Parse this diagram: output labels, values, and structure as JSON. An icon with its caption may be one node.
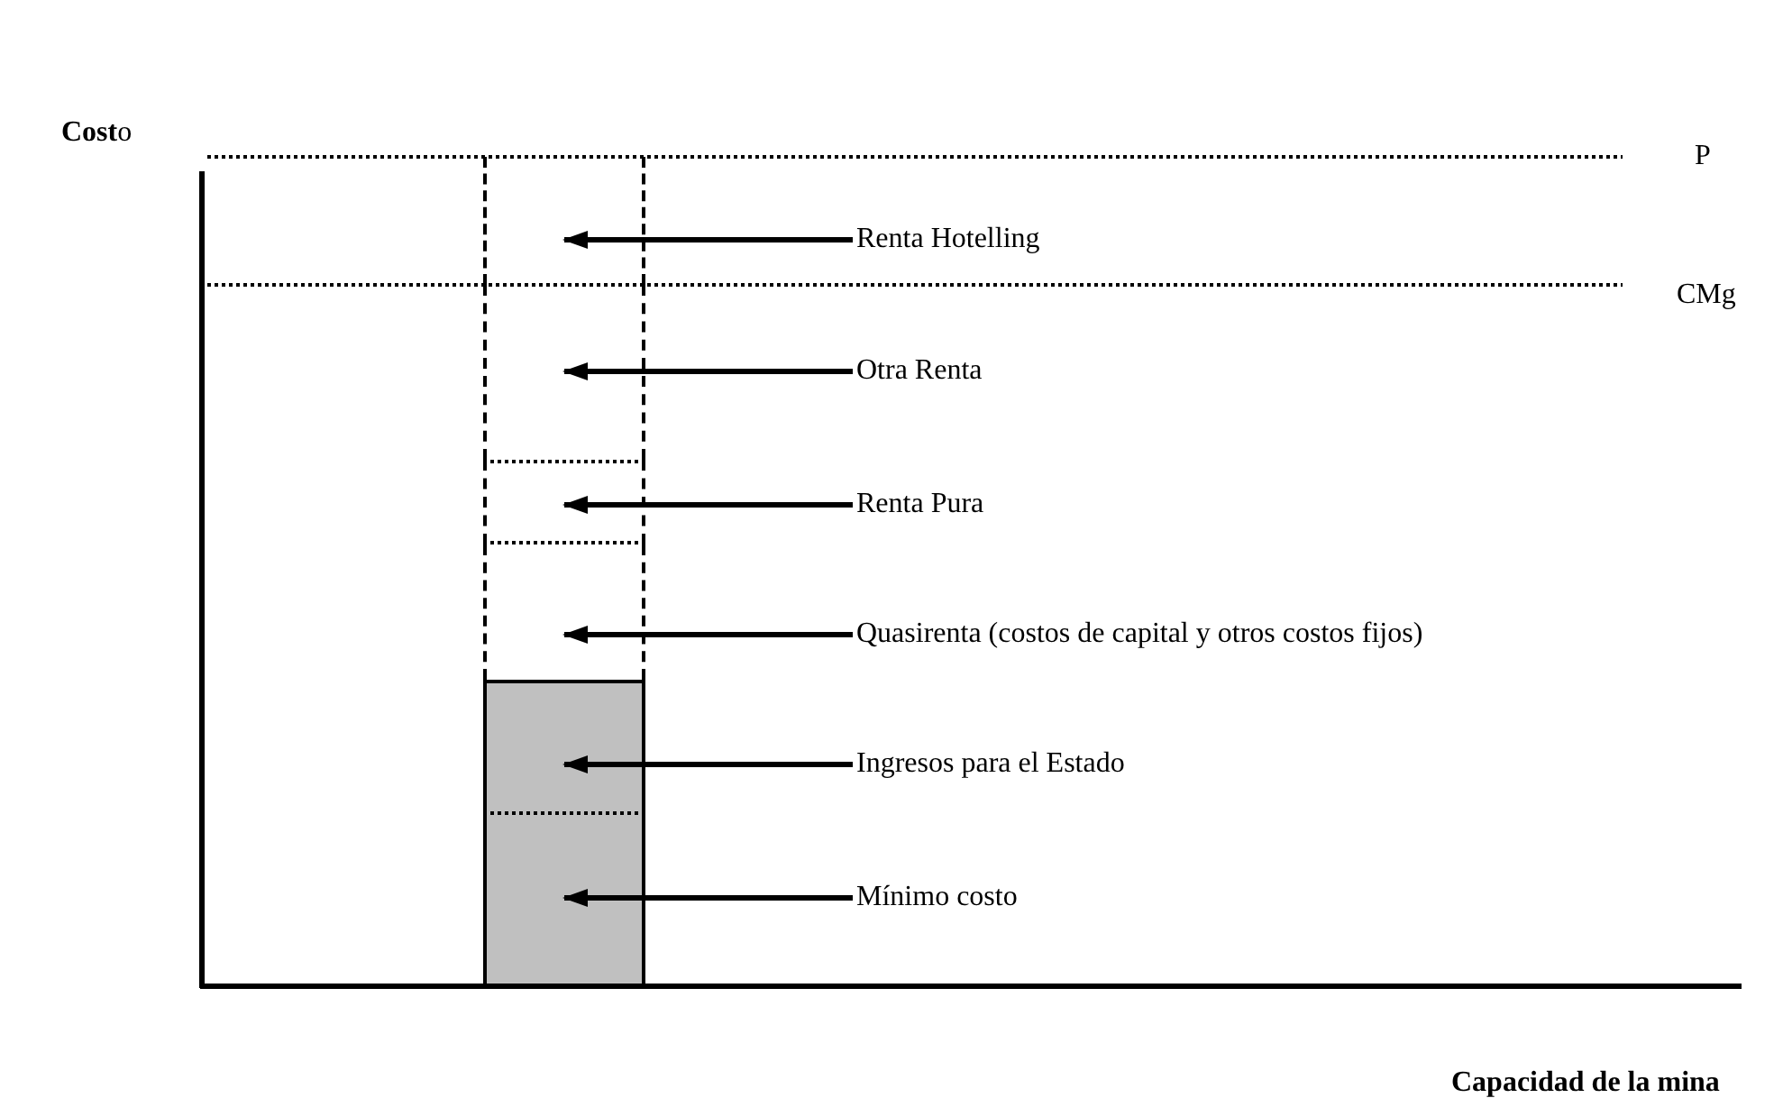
{
  "diagram": {
    "nodes": [
      {
        "text": [],
        "shape": "box"
      },
      {
        "text": [],
        "shape": "box"
      },
      {
        "text": [],
        "shape": "box"
      },
      {
        "text": [],
        "shape": "box"
      },
      {
        "text": [],
        "shape": "box"
      },
      {
        "text": [],
        "shape": "box"
      },
      {
        "text": [
          "Renta Hotelling"
        ]
      },
      {
        "text": [
          "Otra Renta"
        ]
      },
      {
        "text": [
          "Renta Pura"
        ]
      },
      {
        "text": [
          "Quasirenta (costos de capital y otros costos fijos)"
        ]
      },
      {
        "text": [
          "Ingresos para el Estado"
        ]
      },
      {
        "text": [
          "Mínimo costo"
        ]
      }
    ],
    "edges": [
      {
        "from": 6,
        "to": 0,
        "arrow": "to"
      },
      {
        "from": 7,
        "to": 1,
        "arrow": "to"
      },
      {
        "from": 8,
        "to": 2,
        "arrow": "to"
      },
      {
        "from": 9,
        "to": 3,
        "arrow": "to"
      },
      {
        "from": 10,
        "to": 4,
        "arrow": "to"
      },
      {
        "from": 11,
        "to": 5,
        "arrow": "to"
      }
    ],
    "labels": [
      "**Cost**o",
      "P",
      "CMg",
      "Capacidad de la mina"
    ]
  }
}
